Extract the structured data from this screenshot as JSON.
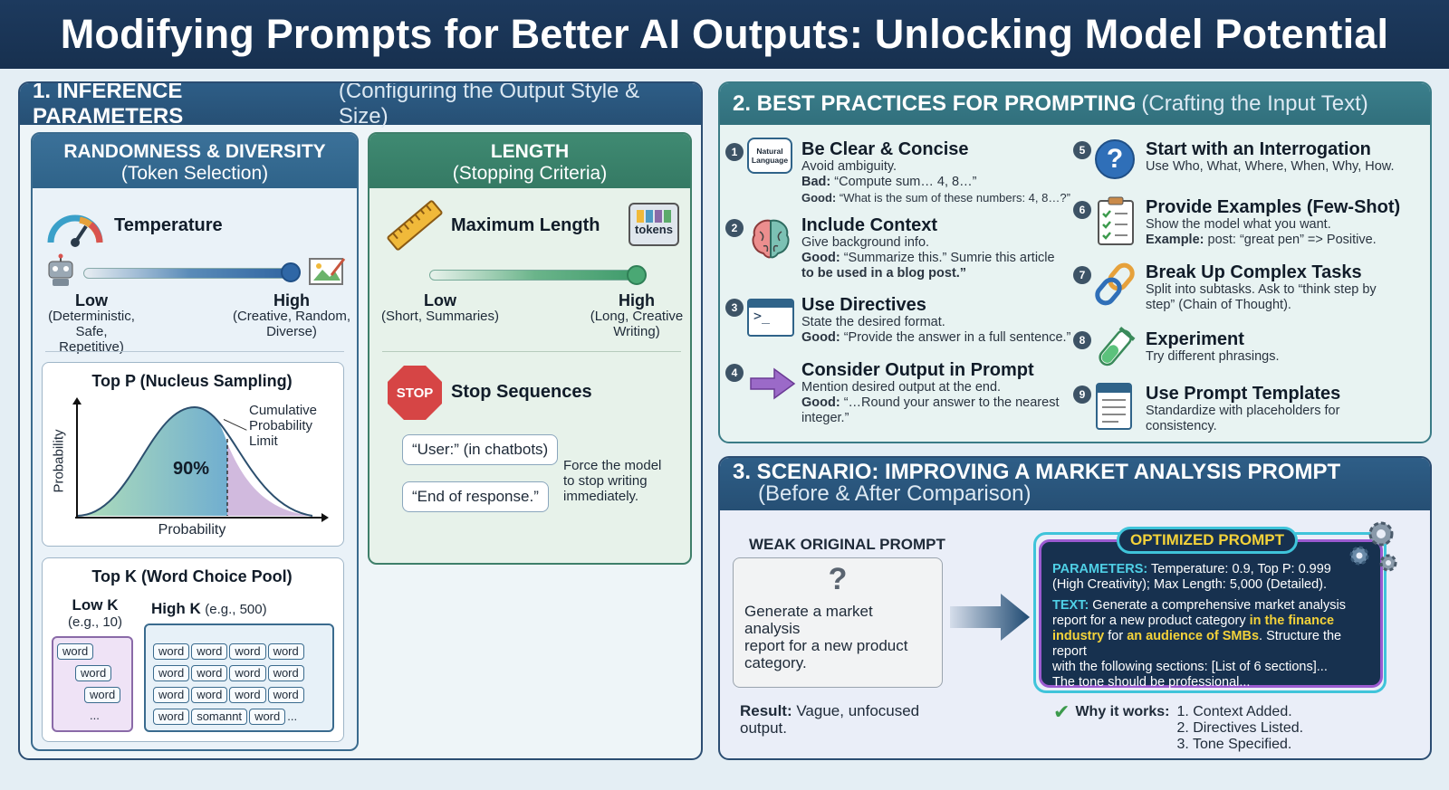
{
  "title": "Modifying Prompts for Better AI Outputs: Unlocking Model Potential",
  "s1": {
    "title": "1. INFERENCE PARAMETERS",
    "sub": "(Configuring the Output Style & Size)"
  },
  "rand": {
    "h1": "RANDOMNESS & DIVERSITY",
    "h2": "(Token Selection)",
    "temp": "Temperature",
    "low": "Low",
    "low_d1": "(Deterministic,",
    "low_d2": "Safe, Repetitive)",
    "high": "High",
    "high_d1": "(Creative, Random,",
    "high_d2": "Diverse)",
    "topp": {
      "title": "Top P (Nucleus Sampling)",
      "ylabel": "Probability",
      "xlabel": "Probability",
      "pct": "90%",
      "c1": "Cumulative",
      "c2": "Probability",
      "c3": "Limit"
    },
    "topk": {
      "title": "Top K (Word Choice Pool)",
      "low": "Low K",
      "low_e": "(e.g., 10)",
      "high": "High K",
      "high_e": "(e.g., 500)",
      "word": "word",
      "odd": "somannt",
      "dots": "..."
    }
  },
  "len": {
    "h1": "LENGTH",
    "h2": "(Stopping Criteria)",
    "max": "Maximum Length",
    "tokens": "tokens",
    "low": "Low",
    "low_d": "(Short, Summaries)",
    "high": "High",
    "high_d1": "(Long, Creative",
    "high_d2": "Writing)",
    "stop_icon": "STOP",
    "stop": "Stop Sequences",
    "seq1": "“User:” (in chatbots)",
    "seq2": "“End of response.”",
    "force1": "Force the model",
    "force2": "to stop writing",
    "force3": "immediately."
  },
  "s2": {
    "title": "2. BEST PRACTICES FOR PROMPTING",
    "sub": "(Crafting the Input Text)",
    "icon_nl1": "Natural",
    "icon_nl2": "Language",
    "items": [
      {
        "n": "1",
        "t": "Be Clear & Concise",
        "d1": "Avoid ambiguity.",
        "b1": "Bad:",
        "d2": " “Compute sum… 4, 8…”",
        "b2": "Good:",
        "d3": " “What is the sum of these numbers: 4, 8…?”"
      },
      {
        "n": "2",
        "t": "Include Context",
        "d1": "Give background info.",
        "b1": "Good:",
        "d2": " “Summarize this.” Sumrie this article",
        "b2": "to be used in a blog post.”"
      },
      {
        "n": "3",
        "t": "Use Directives",
        "d1": "State the desired format.",
        "b1": "Good:",
        "d2": " “Provide the answer in a full sentence.”"
      },
      {
        "n": "4",
        "t": "Consider Output in Prompt",
        "d1": "Mention desired output at the end.",
        "b1": "Good:",
        "d2": " “…Round your answer to the nearest",
        "d3": "integer.”"
      },
      {
        "n": "5",
        "t": "Start with an Interrogation",
        "d1": "Use Who, What, Where, When, Why, How."
      },
      {
        "n": "6",
        "t": "Provide Examples (Few-Shot)",
        "d1": "Show the model what you want.",
        "b1": "Example:",
        "d2": " post: “great pen” => Positive."
      },
      {
        "n": "7",
        "t": "Break Up Complex Tasks",
        "d1": "Split into subtasks. Ask to “think step by",
        "d2": "step” (Chain of Thought)."
      },
      {
        "n": "8",
        "t": "Experiment",
        "d1": "Try different phrasings."
      },
      {
        "n": "9",
        "t": "Use Prompt Templates",
        "d1": "Standardize with placeholders for",
        "d2": "consistency."
      }
    ]
  },
  "s3": {
    "t1": "3. SCENARIO: IMPROVING A MARKET ANALYSIS PROMPT",
    "t2": "(Before & After Comparison)",
    "weak_label": "WEAK ORIGINAL PROMPT",
    "q": "?",
    "weak1": "Generate a market analysis",
    "weak2": "report for a new product",
    "weak3": "category.",
    "result_b": "Result:",
    "result": " Vague, unfocused",
    "result2": "output.",
    "opt_label": "OPTIMIZED PROMPT",
    "params_k": "PARAMETERS:",
    "params1": " Temperature: 0.9, Top P: 0.999",
    "params2": "(High Creativity); Max Length: 5,000 (Detailed).",
    "text_k": "TEXT:",
    "text1": " Generate a comprehensive market analysis",
    "text2": "report for a new product category ",
    "text2y": "in the finance",
    "text3y": "industry",
    "text3": " for ",
    "text3y2": "an audience of SMBs",
    "text3e": ". Structure the report",
    "text4": "with the following sections: [List of 6 sections]...",
    "text5": "The tone should be professional...",
    "why": "Why it works:",
    "w1": "1. Context Added.",
    "w2": "2. Directives Listed.",
    "w3": "3. Tone Specified."
  }
}
